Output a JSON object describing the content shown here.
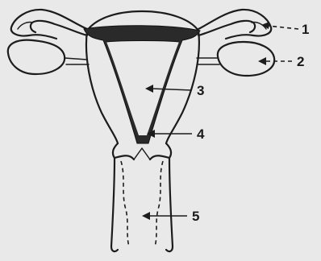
{
  "labels": {
    "l1": "1",
    "l2": "2",
    "l3": "3",
    "l4": "4",
    "l5": "5"
  },
  "colors": {
    "background": "#e9e9e9",
    "ink": "#1c1c1c"
  }
}
